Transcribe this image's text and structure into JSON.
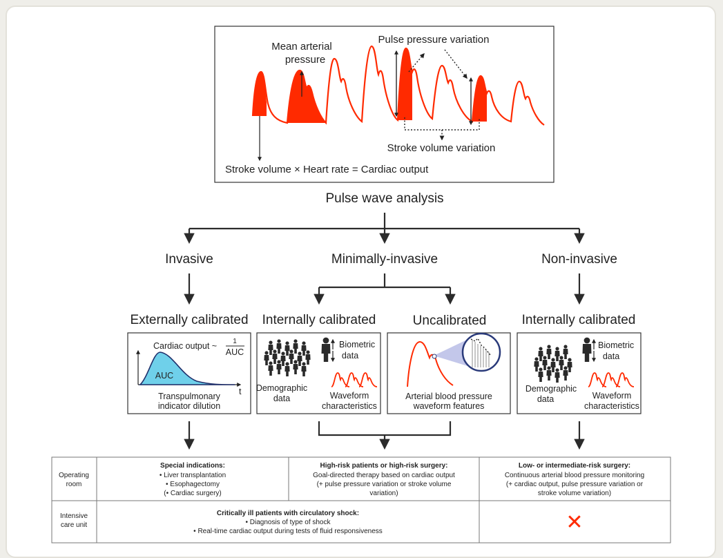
{
  "top_panel": {
    "mean_arterial_pressure_line1": "Mean arterial",
    "mean_arterial_pressure_line2": "pressure",
    "pulse_pressure_variation": "Pulse pressure variation",
    "stroke_volume_variation": "Stroke volume variation",
    "cardiac_output_formula": "Stroke volume × Heart rate = Cardiac output"
  },
  "root_title": "Pulse wave analysis",
  "categories": {
    "invasive": "Invasive",
    "minimally_invasive": "Minimally-invasive",
    "non_invasive": "Non-invasive"
  },
  "methods": {
    "externally_calibrated": {
      "title": "Externally calibrated",
      "formula_text": "Cardiac output ~",
      "formula_num": "1",
      "formula_den": "AUC",
      "auc_label": "AUC",
      "axis_t": "t",
      "caption_line1": "Transpulmonary",
      "caption_line2": "indicator dilution"
    },
    "internally_calibrated_min": {
      "title": "Internally calibrated",
      "biometric_line1": "Biometric",
      "biometric_line2": "data",
      "demographic_line1": "Demographic",
      "demographic_line2": "data",
      "waveform_line1": "Waveform",
      "waveform_line2": "characteristics"
    },
    "uncalibrated": {
      "title": "Uncalibrated",
      "caption_line1": "Arterial blood pressure",
      "caption_line2": "waveform features"
    },
    "internally_calibrated_non": {
      "title": "Internally calibrated",
      "biometric_line1": "Biometric",
      "biometric_line2": "data",
      "demographic_line1": "Demographic",
      "demographic_line2": "data",
      "waveform_line1": "Waveform",
      "waveform_line2": "characteristics"
    }
  },
  "table": {
    "rows": [
      {
        "label_line1": "Operating",
        "label_line2": "room",
        "col1": {
          "heading": "Special indications:",
          "items": [
            "•  Liver transplantation",
            "•  Esophagectomy",
            "(•  Cardiac surgery)"
          ]
        },
        "col2": {
          "heading": "High-risk patients or high-risk surgery:",
          "lines": [
            "Goal-directed therapy based on cardiac output",
            "(+ pulse pressure variation or stroke volume",
            "variation)"
          ]
        },
        "col3": {
          "heading": "Low- or intermediate-risk surgery:",
          "lines": [
            "Continuous arterial blood pressure monitoring",
            "(+ cardiac output, pulse pressure variation or",
            "stroke volume variation)"
          ]
        }
      },
      {
        "label_line1": "Intensive",
        "label_line2": "care unit",
        "merged": {
          "heading": "Critically ill patients with circulatory shock:",
          "items": [
            "•  Diagnosis of type of shock",
            "•  Real-time cardiac output during tests of fluid responsiveness"
          ]
        },
        "not_applicable_mark": "✕"
      }
    ]
  },
  "colors": {
    "accent_red": "#ff2a00",
    "auc_fill": "#6fd0ea",
    "auc_stroke": "#1f2f6b",
    "figure_dark": "#2a2a2a",
    "magnifier_fill": "#b9bde6",
    "magnifier_ring": "#2a3a7a"
  }
}
